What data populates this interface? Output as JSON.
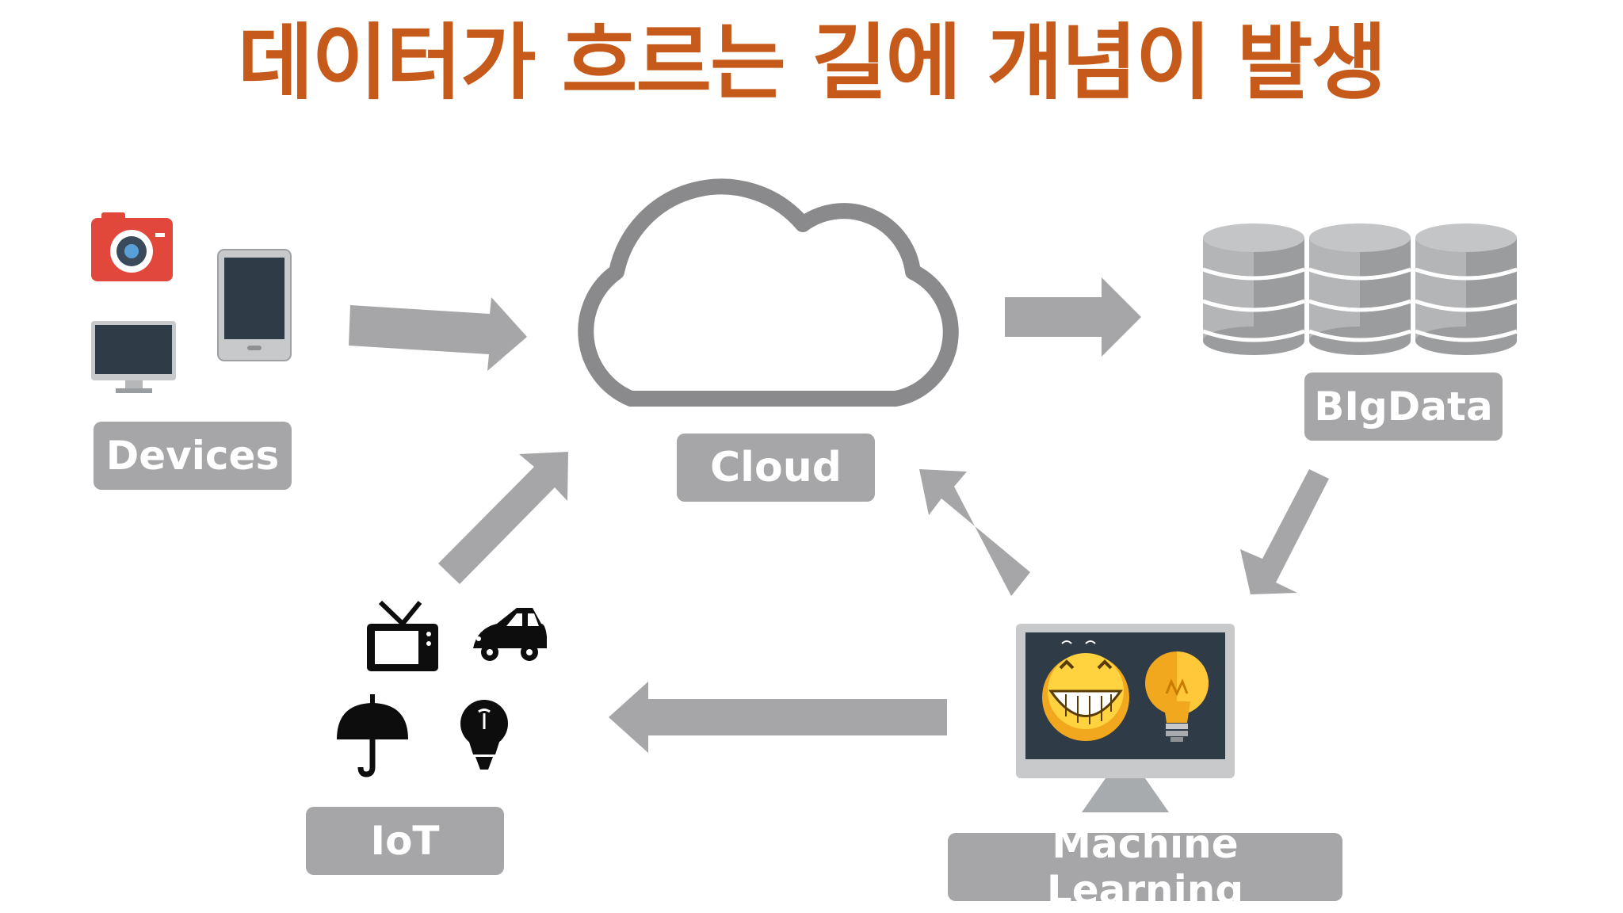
{
  "title": "데이터가 흐르는 길에 개념이 발생",
  "nodes": {
    "devices": "Devices",
    "cloud": "Cloud",
    "bigdata": "BIgData",
    "ml": "Machine Learning",
    "iot": "IoT"
  },
  "colors": {
    "title": "#c65a1a",
    "label_bg": "#a6a6a8",
    "arrow": "#a6a6a8",
    "cloud_stroke": "#8a8a8c"
  },
  "icons": [
    "camera-icon",
    "tablet-icon",
    "monitor-icon",
    "database-icon",
    "smiley-icon",
    "lightbulb-icon",
    "tv-icon",
    "car-icon",
    "umbrella-icon",
    "bulb-icon"
  ]
}
